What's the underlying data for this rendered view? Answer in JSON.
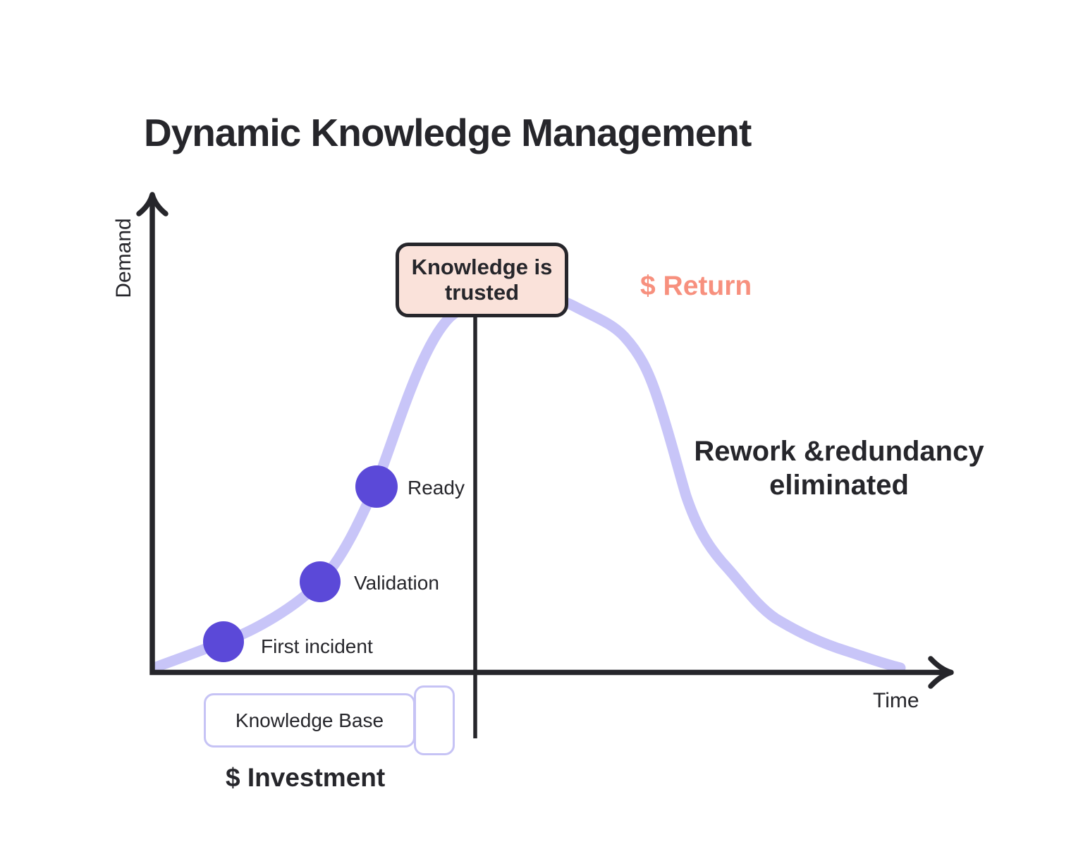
{
  "title": "Dynamic Knowledge Management",
  "axes": {
    "y_label": "Demand",
    "x_label": "Time"
  },
  "curve": {
    "peak_callout": "Knowledge is trusted",
    "milestones": [
      {
        "label": "First incident"
      },
      {
        "label": "Validation"
      },
      {
        "label": "Ready"
      }
    ]
  },
  "annotations": {
    "return": "$ Return",
    "rework": "Rework &redundancy eliminated",
    "investment": "$ Investment",
    "knowledge_base": "Knowledge Base"
  },
  "colors": {
    "ink": "#26262b",
    "curve": "#c8c5f8",
    "dot": "#5b49d8",
    "peak_box_fill": "#fae2da",
    "salmon": "#f7907e",
    "lavender_border": "#c6c3f5"
  }
}
